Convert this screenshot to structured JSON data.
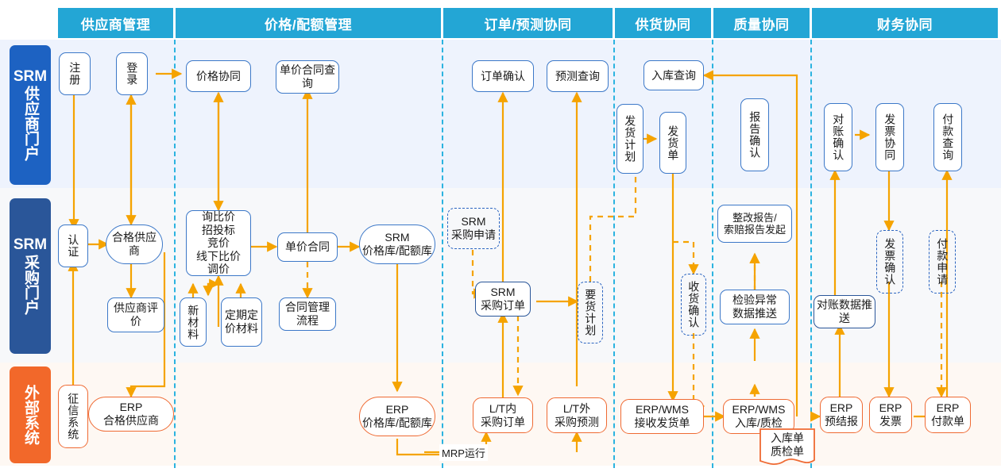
{
  "columns": [
    {
      "id": "supplier-management",
      "label": "供应商管理"
    },
    {
      "id": "price-quota-management",
      "label": "价格/配额管理"
    },
    {
      "id": "order-forecast-collab",
      "label": "订单/预测协同"
    },
    {
      "id": "supply-collab",
      "label": "供货协同"
    },
    {
      "id": "quality-collab",
      "label": "质量协同"
    },
    {
      "id": "finance-collab",
      "label": "财务协同"
    }
  ],
  "rows": [
    {
      "id": "srm-supplier-portal",
      "label": "SRM供应商门户",
      "en": "SRM",
      "cn": "供应商门户",
      "color": "#1d62c2"
    },
    {
      "id": "srm-purchasing-portal",
      "label": "SRM采购门户",
      "en": "SRM",
      "cn": "采购门户",
      "color": "#2a5699"
    },
    {
      "id": "external-system",
      "label": "外部系统",
      "en": "",
      "cn": "外部系统",
      "color": "#f2682a"
    }
  ],
  "nodes": {
    "register": "注册",
    "login": "登录",
    "certification": "认证",
    "qualified_supplier": "合格供应商",
    "supplier_evaluation": "供应商评价",
    "credit_system": "征信系统",
    "erp_qualified_supplier": "ERP\n合格供应商",
    "price_collab": "价格协同",
    "unit_price_contract_query": "单价合同查询",
    "inquiry_bidding": "询比价\n招投标\n竞价\n线下比价\n调价",
    "new_material": "新材料",
    "periodic_priced_material": "定期定价材料",
    "unit_price_contract": "单价合同",
    "contract_mgmt_process": "合同管理流程",
    "srm_price_quota_lib": "SRM\n价格库/配额库",
    "erp_price_quota_lib": "ERP\n价格库/配额库",
    "order_confirm": "订单确认",
    "forecast_query": "预测查询",
    "srm_purchase_request": "SRM\n采购申请",
    "srm_purchase_order": "SRM\n采购订单",
    "demand_plan": "要货计划",
    "lt_in_purchase_order": "L/T内\n采购订单",
    "lt_out_purchase_forecast": "L/T外\n采购预测",
    "mrp_run": "MRP运行",
    "inbound_query": "入库查询",
    "delivery_plan": "发货计划",
    "delivery_note": "发货单",
    "receipt_confirm": "收货确认",
    "erp_wms_receive_delivery": "ERP/WMS\n接收发货单",
    "report_confirm": "报告确认",
    "rectification_claim_report": "整改报告/\n索赔报告发起",
    "inspection_abnormal_push": "检验异常\n数据推送",
    "erp_wms_inbound_qc": "ERP/WMS\n入库/质检",
    "inbound_qc_doc": "入库单\n质检单",
    "reconcile_confirm": "对账确认",
    "invoice_collab": "发票协同",
    "payment_query": "付款查询",
    "invoice_confirm": "发票确认",
    "payment_request": "付款申请",
    "reconcile_data_push": "对账数据推送",
    "erp_pre_settlement": "ERP\n预结报",
    "erp_invoice": "ERP\n发票",
    "erp_payment_order": "ERP\n付款单"
  },
  "colors": {
    "header_bg": "#23a6d5",
    "separator": "#2bb3e0",
    "arrow": "#f5a300",
    "node_blue": "#3c78c8",
    "node_dark": "#2a5699",
    "node_orange": "#ef6a33",
    "band_blue": "#eef3fd",
    "band_white": "#f7f8fa",
    "band_orange": "#fef8f3"
  }
}
